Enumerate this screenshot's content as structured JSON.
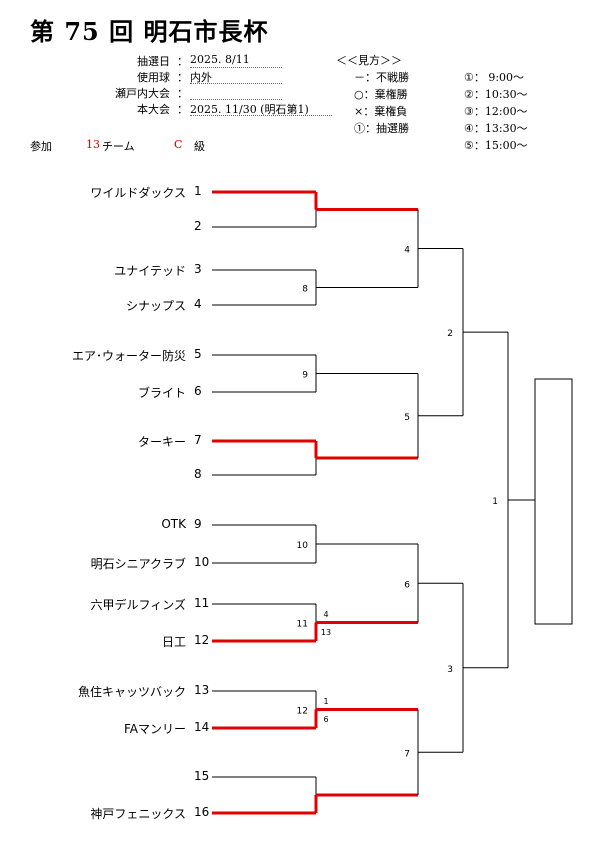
{
  "title": "第 75 回 明石市長杯",
  "info": [
    {
      "label": "抽選日",
      "value": "2025. 8/11"
    },
    {
      "label": "使用球",
      "value": "内外"
    },
    {
      "label": "瀬戸内大会",
      "value": ""
    },
    {
      "label": "本大会",
      "value": "2025. 11/30 (明石第1)"
    }
  ],
  "colon": "：",
  "legend": {
    "title": "＜＜見方＞＞",
    "marks": [
      "－：不戦勝",
      "○：棄権勝",
      "×：棄権負",
      "①：抽選勝"
    ],
    "times": [
      "①：  9:00～",
      "②：10:30～",
      "③：12:00～",
      "④：13:30～",
      "⑤：15:00～"
    ]
  },
  "participation": {
    "label": "参加",
    "count": "13",
    "unit": "チーム",
    "class": "C",
    "class_unit": "級"
  },
  "teams": [
    {
      "name": "ワイルドダックス",
      "num": "1"
    },
    {
      "name": "",
      "num": "2"
    },
    {
      "name": "ユナイテッド",
      "num": "3"
    },
    {
      "name": "シナップス",
      "num": "4"
    },
    {
      "name": "エア･ウォーター防災",
      "num": "5"
    },
    {
      "name": "ブライト",
      "num": "6"
    },
    {
      "name": "ターキー",
      "num": "7"
    },
    {
      "name": "",
      "num": "8"
    },
    {
      "name": "OTK",
      "num": "9"
    },
    {
      "name": "明石シニアクラブ",
      "num": "10"
    },
    {
      "name": "六甲デルフィンズ",
      "num": "11"
    },
    {
      "name": "日工",
      "num": "12"
    },
    {
      "name": "魚住キャッツバック",
      "num": "13"
    },
    {
      "name": "FAマンリー",
      "num": "14"
    },
    {
      "name": "",
      "num": "15"
    },
    {
      "name": "神戸フェニックス",
      "num": "16"
    }
  ],
  "match_labels": {
    "r1": [
      "－",
      "8",
      "9",
      "－",
      "10",
      "11",
      "12",
      "－"
    ],
    "r2": [
      "4",
      "5",
      "6",
      "7"
    ],
    "r3": [
      "2",
      "3"
    ],
    "final": "1"
  },
  "scores": [
    {
      "match": "11",
      "top": "4",
      "bottom": "13"
    },
    {
      "match": "12",
      "top": "1",
      "bottom": "6"
    }
  ],
  "colors": {
    "winner_line": "#e00000",
    "line": "#000000"
  }
}
